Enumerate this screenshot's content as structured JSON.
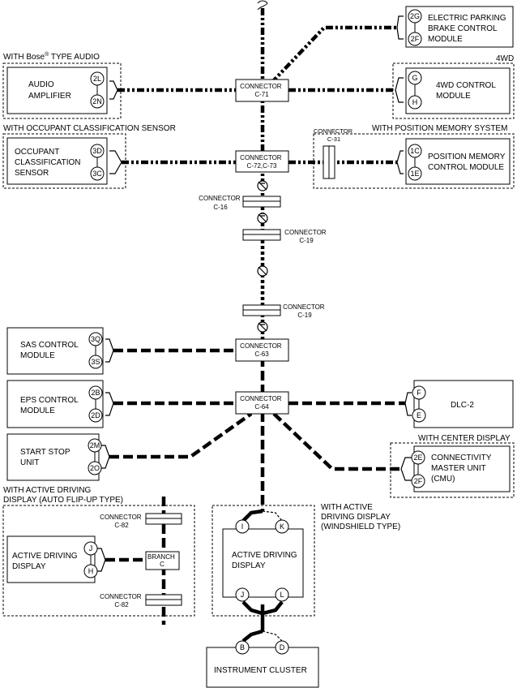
{
  "modules": {
    "epb": [
      "ELECTRIC PARKING",
      "BRAKE CONTROL",
      "MODULE"
    ],
    "audio": [
      "AUDIO",
      "AMPLIFIER"
    ],
    "awd": [
      "4WD CONTROL",
      "MODULE"
    ],
    "ocs": [
      "OCCUPANT",
      "CLASSIFICATION",
      "SENSOR"
    ],
    "pm": [
      "POSITION MEMORY",
      "CONTROL MODULE"
    ],
    "sas": [
      "SAS CONTROL",
      "MODULE"
    ],
    "eps": [
      "EPS CONTROL",
      "MODULE"
    ],
    "dlc": "DLC-2",
    "ss": [
      "START STOP",
      "UNIT"
    ],
    "cmu": [
      "CONNECTIVITY",
      "MASTER UNIT",
      "(CMU)"
    ],
    "add_left": [
      "ACTIVE DRIVING",
      "DISPLAY"
    ],
    "add_center": [
      "ACTIVE DRIVING",
      "DISPLAY"
    ],
    "ic": "INSTRUMENT CLUSTER"
  },
  "groups": {
    "bose_pre": "WITH Bose",
    "bose_mark": "®",
    "bose_post": " TYPE AUDIO",
    "awd": "4WD",
    "ocs": "WITH OCCUPANT CLASSIFICATION SENSOR",
    "pm": "WITH POSITION MEMORY SYSTEM",
    "center_display": "WITH CENTER DISPLAY",
    "add_auto": [
      "WITH ACTIVE DRIVING",
      "DISPLAY (AUTO FLIP-UP TYPE)"
    ],
    "add_ws": [
      "WITH ACTIVE",
      "DRIVING DISPLAY",
      "(WINDSHIELD TYPE)"
    ]
  },
  "connectors": {
    "c71": [
      "CONNECTOR",
      "C-71"
    ],
    "c72": [
      "CONNECTOR",
      "C-72,C-73"
    ],
    "c31": [
      "CONNECTOR",
      "C-31"
    ],
    "c16": [
      "CONNECTOR",
      "C-16"
    ],
    "c19a": [
      "CONNECTOR",
      "C-19"
    ],
    "c19b": [
      "CONNECTOR",
      "C-19"
    ],
    "c63": [
      "CONNECTOR",
      "C-63"
    ],
    "c64": [
      "CONNECTOR",
      "C-64"
    ],
    "c82a": [
      "CONNECTOR",
      "C-82"
    ],
    "c82b": [
      "CONNECTOR",
      "C-82"
    ],
    "branch": [
      "BRANCH",
      "C"
    ]
  },
  "pins": {
    "epb": [
      "2G",
      "2F"
    ],
    "audio": [
      "2L",
      "2N"
    ],
    "awd": [
      "G",
      "H"
    ],
    "ocs": [
      "3D",
      "3C"
    ],
    "pm": [
      "1C",
      "1E"
    ],
    "sas": [
      "3Q",
      "3S"
    ],
    "eps": [
      "2B",
      "2D"
    ],
    "dlc": [
      "F",
      "E"
    ],
    "ss": [
      "2M",
      "2O"
    ],
    "cmu": [
      "2E",
      "2F"
    ],
    "add_left": [
      "J",
      "H"
    ],
    "add_center_top": [
      "I",
      "K"
    ],
    "add_center_bottom": [
      "J",
      "L"
    ],
    "ic": [
      "B",
      "D"
    ]
  }
}
